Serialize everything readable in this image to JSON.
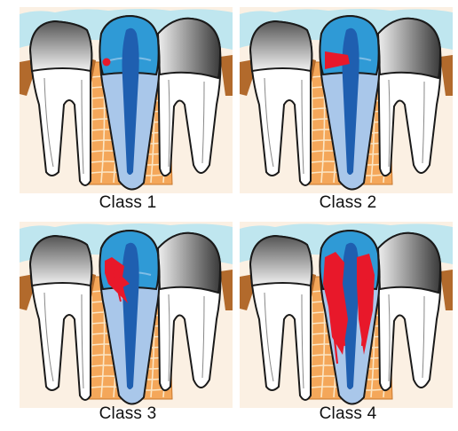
{
  "panels": [
    {
      "caption": "Class 1",
      "lesion": "spot"
    },
    {
      "caption": "Class 2",
      "lesion": "wedge"
    },
    {
      "caption": "Class 3",
      "lesion": "crack"
    },
    {
      "caption": "Class 4",
      "lesion": "extensive"
    }
  ],
  "colors": {
    "gingiva": "#bfe6ef",
    "background": "#fbf0e3",
    "bone": "#f4a75a",
    "bone_lines": "#fbe6c5",
    "gum_tissue": "#b26a2c",
    "canine_crown": "#2f9ad6",
    "canine_root": "#a9c7ea",
    "pulp": "#1f5fb0",
    "lesion": "#e8182a",
    "outline": "#1a1a1a"
  }
}
